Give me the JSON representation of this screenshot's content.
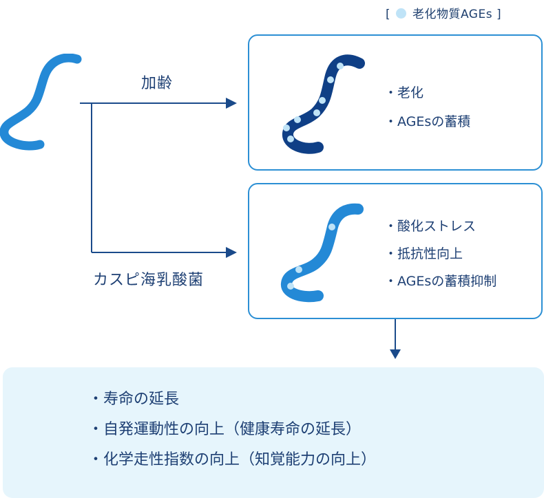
{
  "legend": {
    "label": "老化物質AGEs",
    "bracket_open": "[",
    "bracket_close": "]",
    "dot_color": "#bfe3f7"
  },
  "labels": {
    "aging": "加齢",
    "lactic": "カスピ海乳酸菌"
  },
  "aging_box": {
    "items": [
      "・老化",
      "・AGEsの蓄積"
    ]
  },
  "lactic_box": {
    "items": [
      "・酸化ストレス",
      "・抵抗性向上",
      "・AGEsの蓄積抑制"
    ]
  },
  "result": {
    "items": [
      "・寿命の延長",
      "・自発運動性の向上（健康寿命の延長）",
      "・化学走性指数の向上（知覚能力の向上）"
    ]
  },
  "colors": {
    "line": "#1a4a8a",
    "box_border": "#2b8fd4",
    "worm_dark": "#0f3f86",
    "worm_light": "#2489d6",
    "result_bg": "#e6f5fc"
  }
}
